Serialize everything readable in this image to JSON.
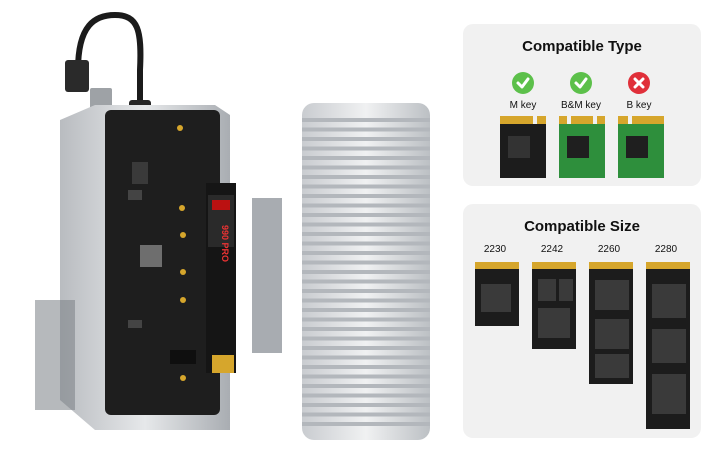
{
  "compatible_type": {
    "title": "Compatible Type",
    "keys": [
      {
        "label": "M key",
        "status": "check"
      },
      {
        "label": "B&M key",
        "status": "check"
      },
      {
        "label": "B key",
        "status": "cross"
      }
    ]
  },
  "compatible_size": {
    "title": "Compatible Size",
    "sizes": [
      {
        "label": "2230"
      },
      {
        "label": "2242"
      },
      {
        "label": "2260"
      },
      {
        "label": "2280"
      }
    ]
  },
  "ssd_label": {
    "brand": "990 PRO"
  },
  "colors": {
    "check": "#5cc04a",
    "cross": "#e0303a",
    "card_bg": "#f1f1f1",
    "pcb_black": "#1c1c1c",
    "pcb_green": "#2e8f3c",
    "gold": "#d6a62c"
  }
}
